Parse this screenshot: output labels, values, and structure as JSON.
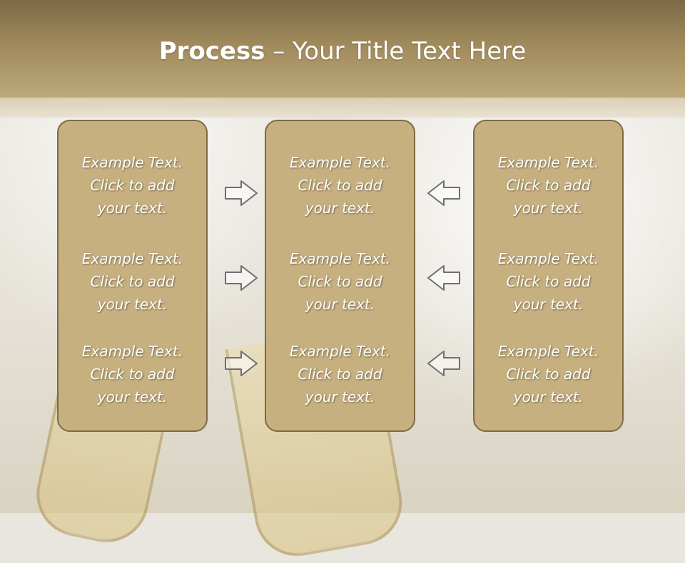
{
  "slide": {
    "title_bold": "Process",
    "title_rest": " – Your Title Text Here"
  },
  "columns": [
    {
      "items": [
        {
          "line1": "Example Text.",
          "line2": "Click  to add",
          "line3": "your text."
        },
        {
          "line1": "Example Text.",
          "line2": "Click  to add",
          "line3": "your text."
        },
        {
          "line1": "Example Text.",
          "line2": "Click  to add",
          "line3": "your text."
        }
      ]
    },
    {
      "items": [
        {
          "line1": "Example Text.",
          "line2": "Click  to add",
          "line3": "your text."
        },
        {
          "line1": "Example Text.",
          "line2": "Click  to add",
          "line3": "your text."
        },
        {
          "line1": "Example Text.",
          "line2": "Click  to add",
          "line3": "your text."
        }
      ]
    },
    {
      "items": [
        {
          "line1": "Example Text.",
          "line2": "Click  to add",
          "line3": "your text."
        },
        {
          "line1": "Example Text.",
          "line2": "Click  to add",
          "line3": "your text."
        },
        {
          "line1": "Example Text.",
          "line2": "Click  to add",
          "line3": "your text."
        }
      ]
    }
  ],
  "arrows": {
    "left_group": "right-arrow-icon",
    "right_group": "left-arrow-icon"
  },
  "colors": {
    "header": "#a08a5c",
    "box_fill": "#c6b07f",
    "box_border": "#7d6b45",
    "arrow": "#6f6f6f"
  }
}
